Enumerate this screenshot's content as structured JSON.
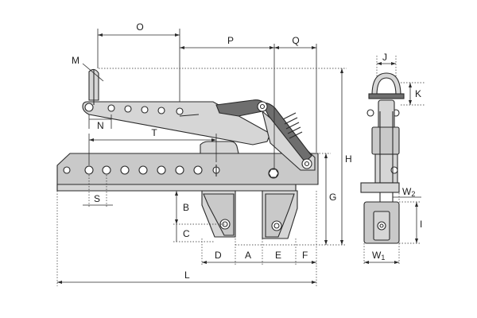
{
  "figure": {
    "labels": {
      "O": "O",
      "P": "P",
      "Q": "Q",
      "M": "M",
      "N": "N",
      "T": "T",
      "S": "S",
      "H": "H",
      "G": "G",
      "B": "B",
      "C": "C",
      "D": "D",
      "A": "A",
      "E": "E",
      "F": "F",
      "L": "L",
      "J": "J",
      "K": "K",
      "W2_base": "W",
      "W2_sub": "2",
      "I": "I",
      "W1_base": "W",
      "W1_sub": "1"
    }
  }
}
